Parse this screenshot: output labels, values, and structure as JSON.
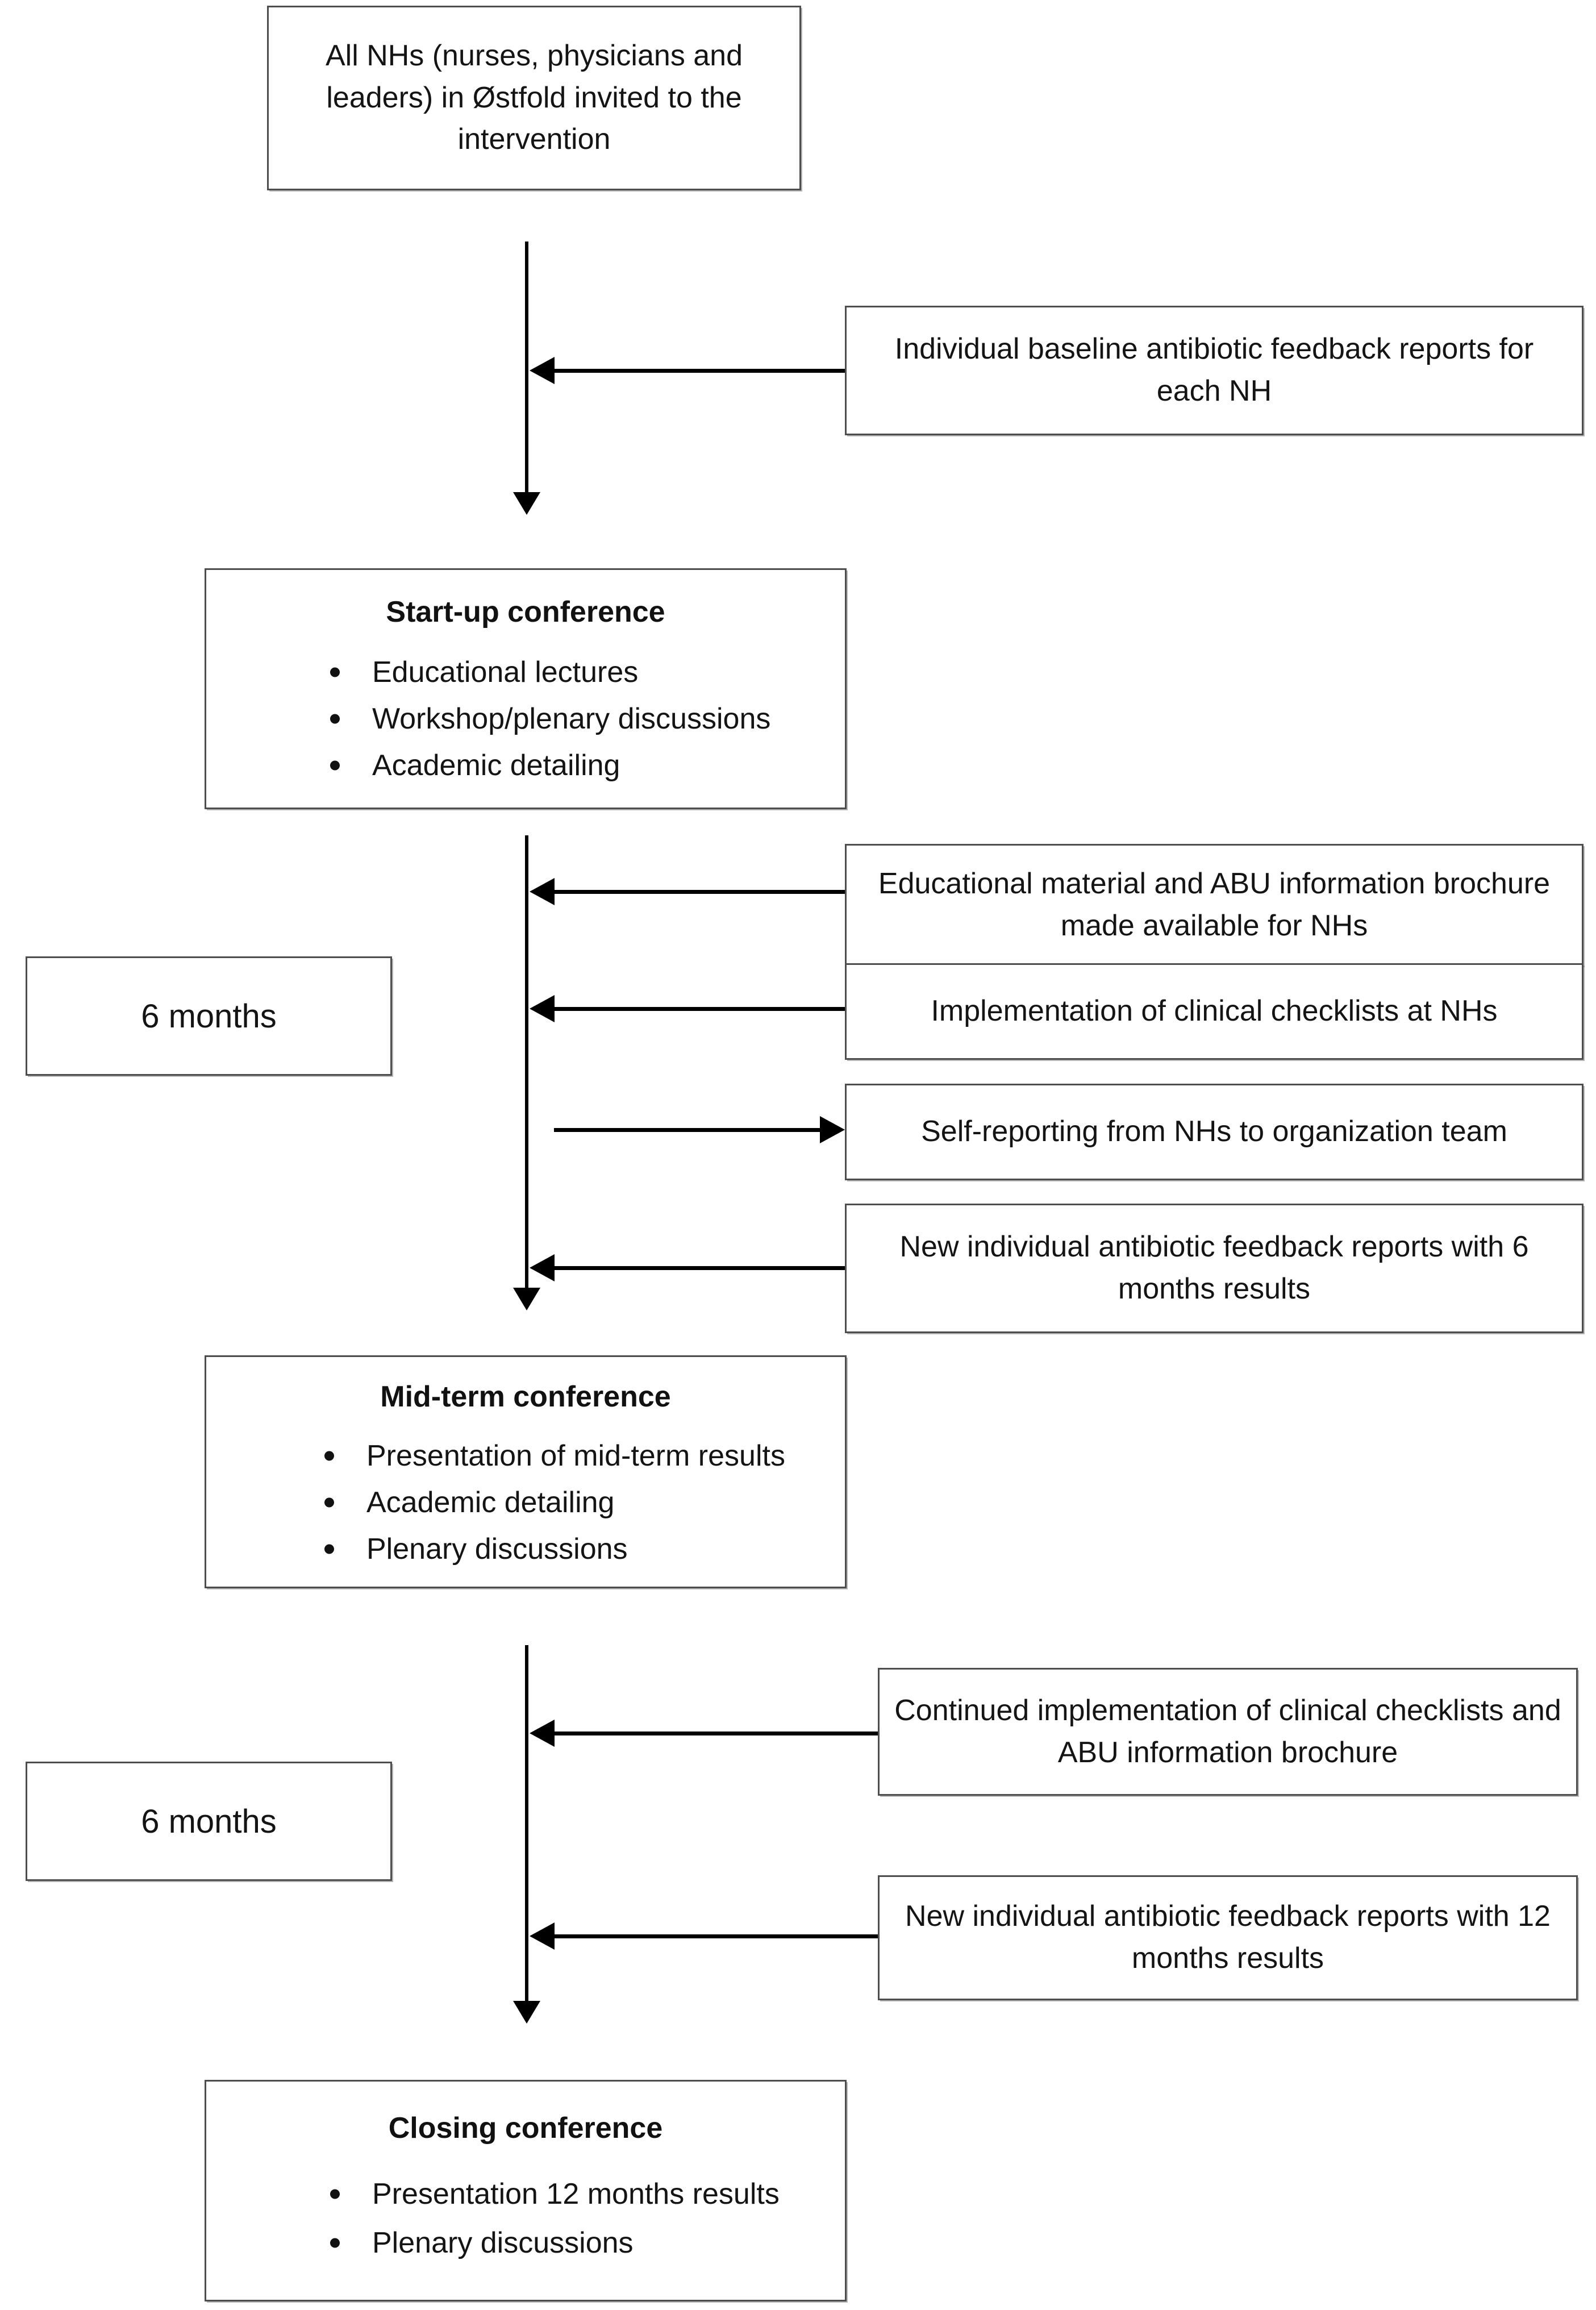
{
  "figure": {
    "type": "flowchart",
    "orientation": "vertical-timeline",
    "accent_color": "#000000",
    "box_border_color": "#4d4d4d",
    "background": "#ffffff"
  },
  "nodes": {
    "invitation": {
      "text": "All NHs (nurses, physicians and leaders) in Østfold invited to the intervention"
    },
    "baseline_reports": {
      "text": "Individual baseline antibiotic feedback reports for each NH"
    },
    "startup_conference": {
      "title": "Start-up conference",
      "items": [
        "Educational lectures",
        "Workshop/plenary discussions",
        "Academic detailing"
      ]
    },
    "period_one_label": {
      "text": "6 months"
    },
    "educational_material": {
      "text": "Educational material and ABU information brochure made available for NHs"
    },
    "clinical_checklists": {
      "text": "Implementation of clinical checklists at NHs"
    },
    "self_reporting": {
      "text": "Self-reporting from NHs to organization team"
    },
    "six_month_reports": {
      "text": "New individual antibiotic feedback reports with 6 months results"
    },
    "midterm_conference": {
      "title": "Mid-term conference",
      "items": [
        "Presentation of mid-term results",
        "Academic detailing",
        "Plenary discussions"
      ]
    },
    "period_two_label": {
      "text": "6 months"
    },
    "continued_implementation": {
      "text": "Continued implementation of clinical checklists and ABU information brochure"
    },
    "twelve_month_reports": {
      "text": "New individual antibiotic feedback reports with 12 months results"
    },
    "closing_conference": {
      "title": "Closing conference",
      "items": [
        "Presentation 12 months results",
        "Plenary discussions"
      ]
    }
  },
  "connectors": [
    {
      "name": "invitation-to-startup",
      "direction": "down"
    },
    {
      "name": "baseline-reports-to-timeline",
      "direction": "left"
    },
    {
      "name": "startup-to-midterm",
      "direction": "down"
    },
    {
      "name": "educational-material-to-timeline",
      "direction": "left"
    },
    {
      "name": "clinical-checklists-to-timeline",
      "direction": "left"
    },
    {
      "name": "timeline-to-self-reporting",
      "direction": "right"
    },
    {
      "name": "six-month-reports-to-timeline",
      "direction": "left"
    },
    {
      "name": "midterm-to-closing",
      "direction": "down"
    },
    {
      "name": "continued-implementation-to-timeline",
      "direction": "left"
    },
    {
      "name": "twelve-month-reports-to-timeline",
      "direction": "left"
    }
  ]
}
